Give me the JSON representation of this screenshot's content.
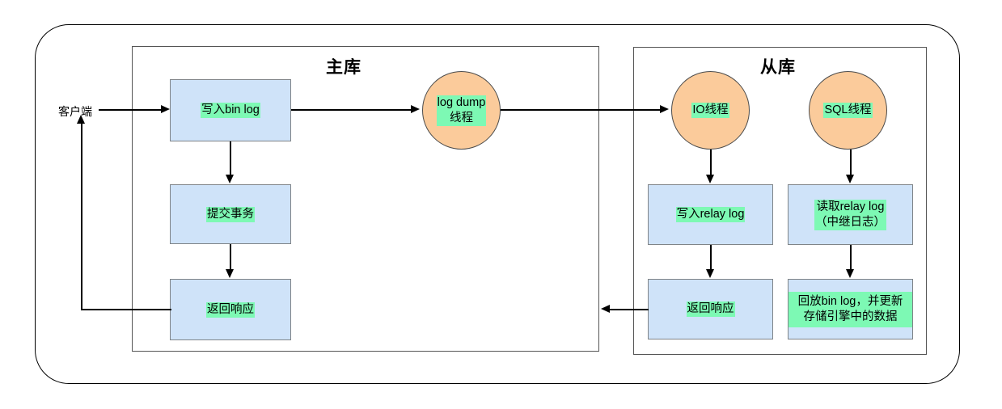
{
  "diagram": {
    "title_master": "主库",
    "title_slave": "从库",
    "client_label": "客户端",
    "colors": {
      "process_fill": "#cfe3f9",
      "process_border": "#7f8488",
      "circle_fill": "#fbcb9b",
      "circle_border": "#4b4b4b",
      "highlight": "#7df9b4",
      "line": "#000000",
      "frame": "#555555",
      "outer_frame": "#000000"
    },
    "master_nodes": [
      {
        "id": "write-bin-log",
        "label": "写入bin log"
      },
      {
        "id": "commit-transaction",
        "label": "提交事务"
      },
      {
        "id": "return-response-master",
        "label": "返回响应"
      }
    ],
    "master_circle": {
      "id": "log-dump-thread",
      "label": "log dump\n线程"
    },
    "slave_circles": [
      {
        "id": "io-thread",
        "label": "IO线程"
      },
      {
        "id": "sql-thread",
        "label": "SQL线程"
      }
    ],
    "slave_nodes_io": [
      {
        "id": "write-relay-log",
        "label": "写入relay log"
      },
      {
        "id": "return-response-slave",
        "label": "返回响应"
      }
    ],
    "slave_nodes_sql": [
      {
        "id": "read-relay-log",
        "label": "读取relay log\n（中继日志）"
      },
      {
        "id": "replay-bin-log",
        "label": "回放bin log，并更新\n存储引擎中的数据"
      }
    ]
  }
}
